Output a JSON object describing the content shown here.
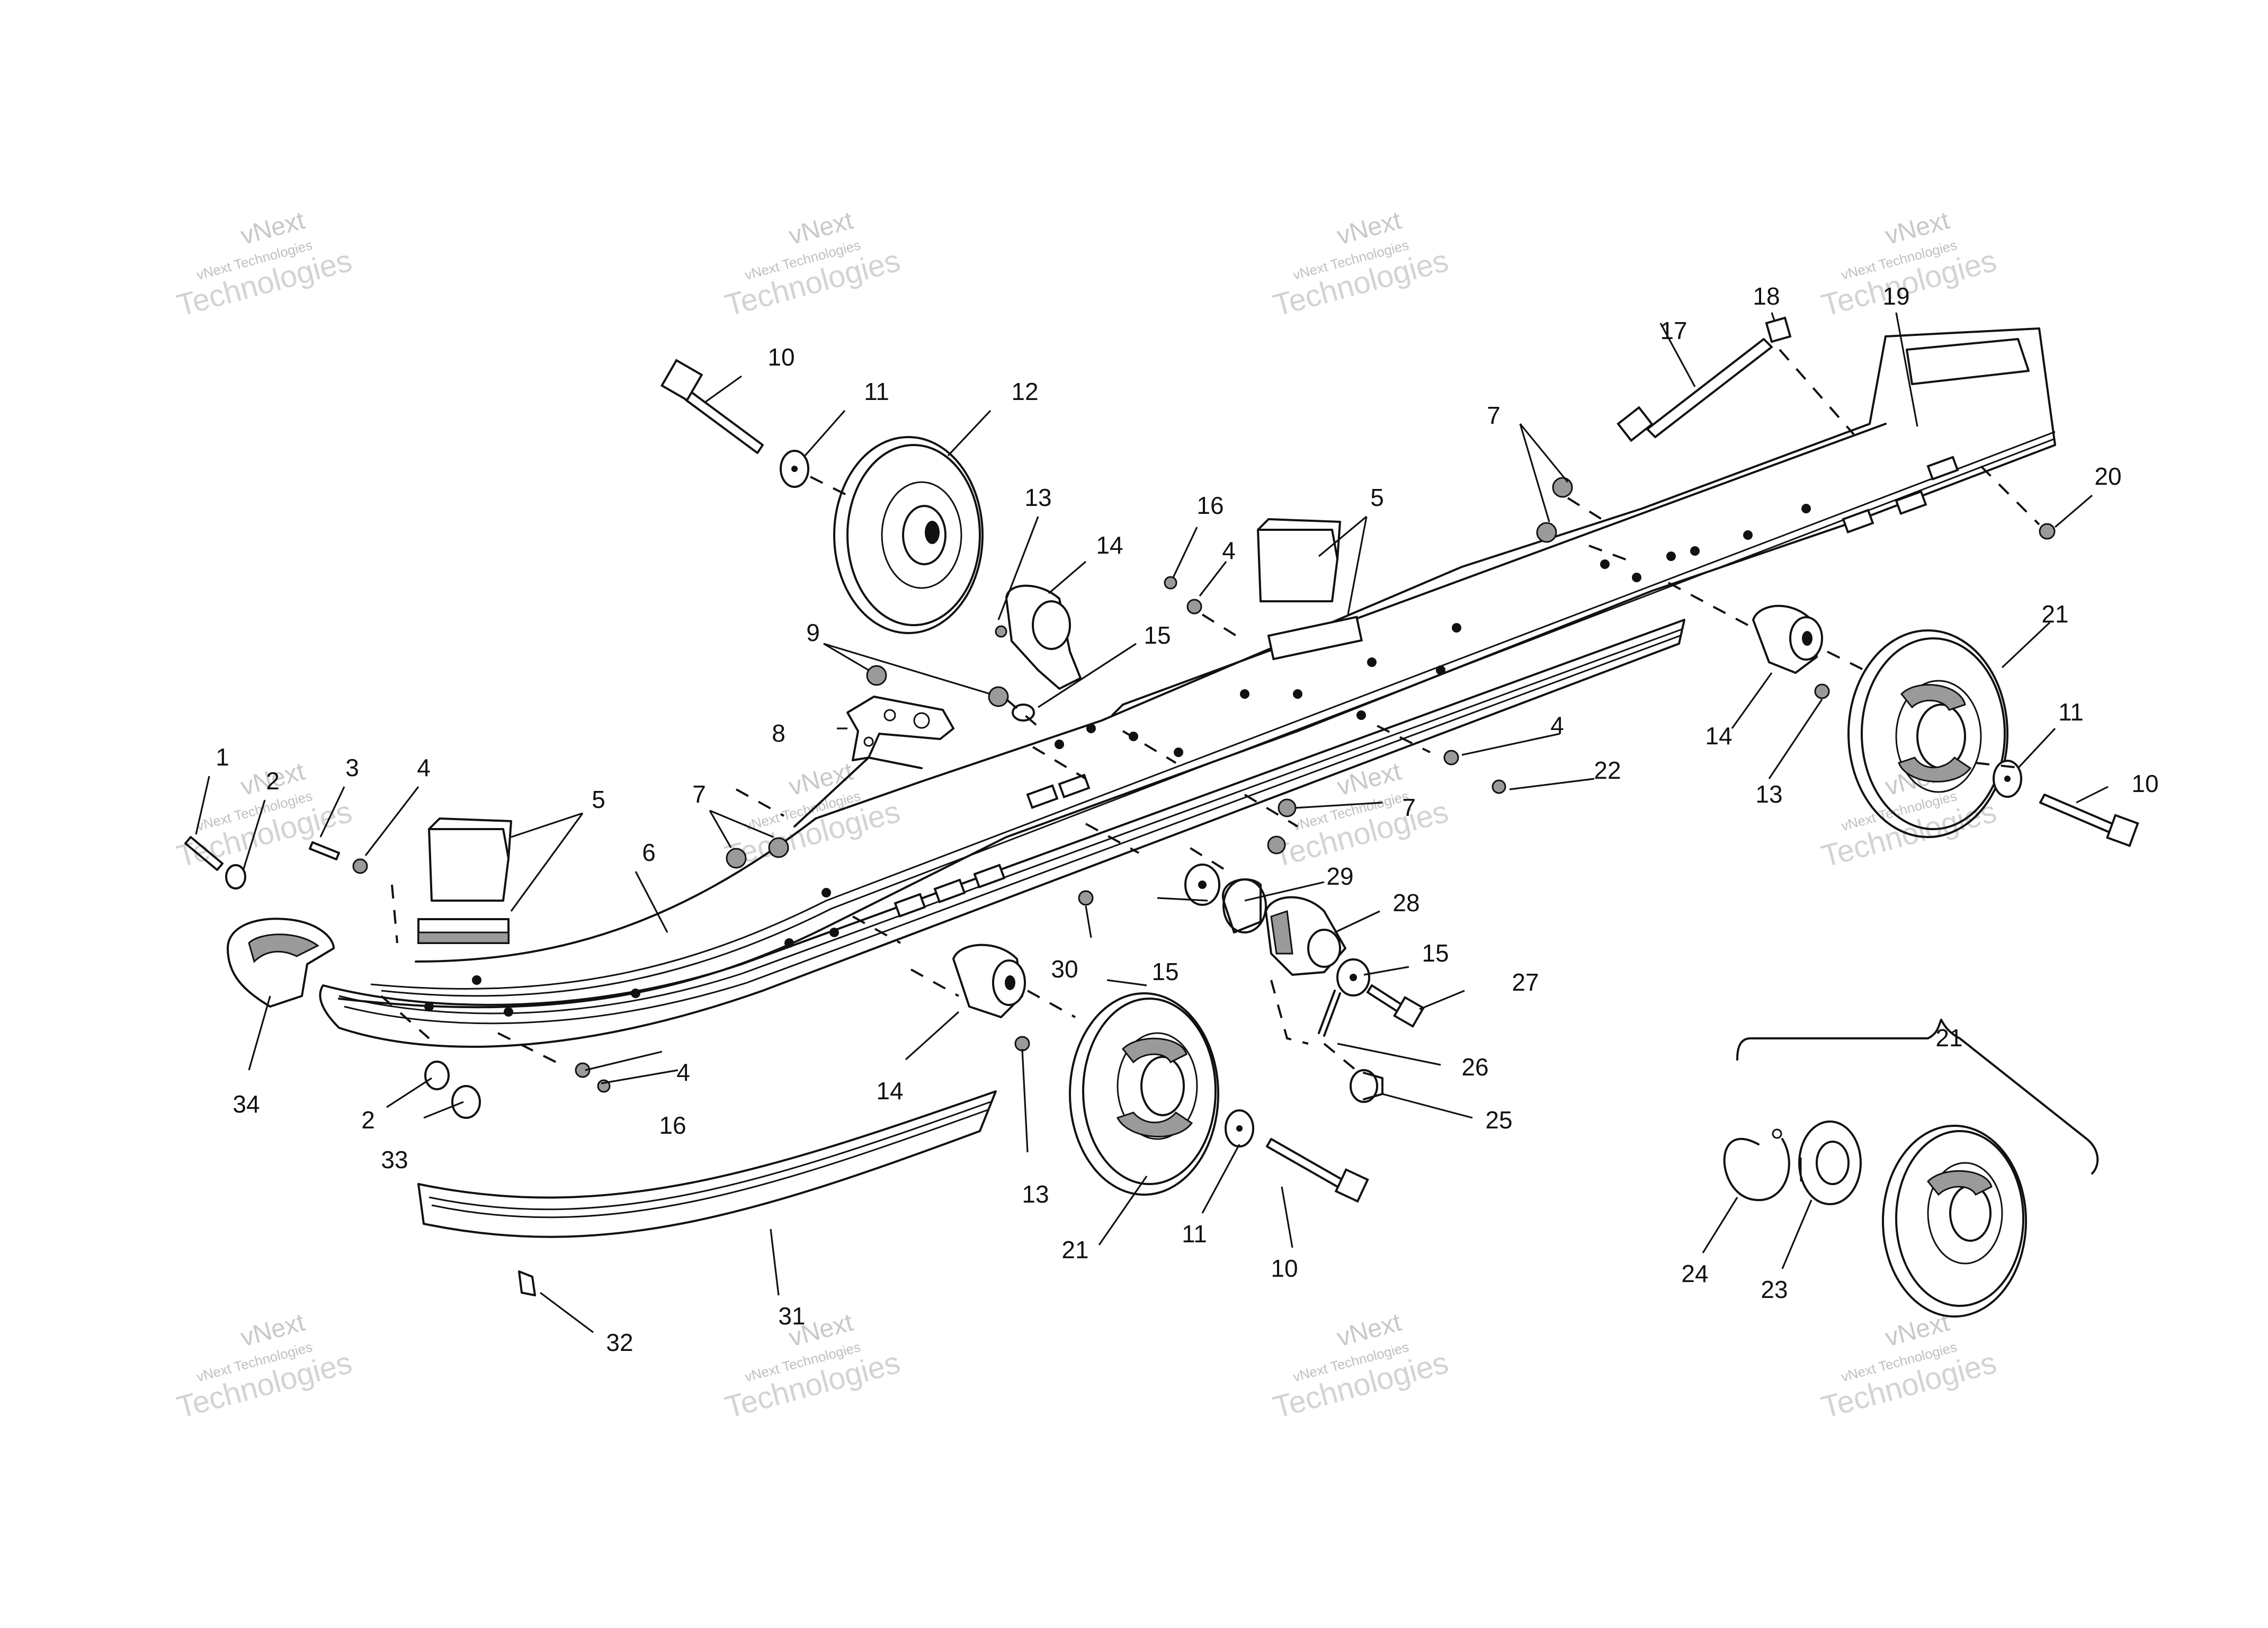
{
  "diagram": {
    "watermark": {
      "line1": "vNext",
      "line2": "vNext Technologies",
      "line3": "Technologies"
    },
    "labels": {
      "l1": "1",
      "l2a": "2",
      "l2b": "2",
      "l3": "3",
      "l4a": "4",
      "l4b": "4",
      "l4c": "4",
      "l4d": "4",
      "l5a": "5",
      "l5b": "5",
      "l6": "6",
      "l7a": "7",
      "l7b": "7",
      "l7c": "7",
      "l8": "8",
      "l9": "9",
      "l10a": "10",
      "l10b": "10",
      "l10c": "10",
      "l11a": "11",
      "l11b": "11",
      "l11c": "11",
      "l12": "12",
      "l13a": "13",
      "l13b": "13",
      "l13c": "13",
      "l14a": "14",
      "l14b": "14",
      "l14c": "14",
      "l15a": "15",
      "l15b": "15",
      "l15c": "15",
      "l16a": "16",
      "l16b": "16",
      "l17": "17",
      "l18": "18",
      "l19": "19",
      "l20": "20",
      "l21a": "21",
      "l21b": "21",
      "l21c": "21",
      "l22": "22",
      "l23": "23",
      "l24": "24",
      "l25": "25",
      "l26": "26",
      "l27": "27",
      "l28": "28",
      "l29": "29",
      "l30": "30",
      "l31": "31",
      "l32": "32",
      "l33": "33",
      "l34": "34"
    }
  }
}
